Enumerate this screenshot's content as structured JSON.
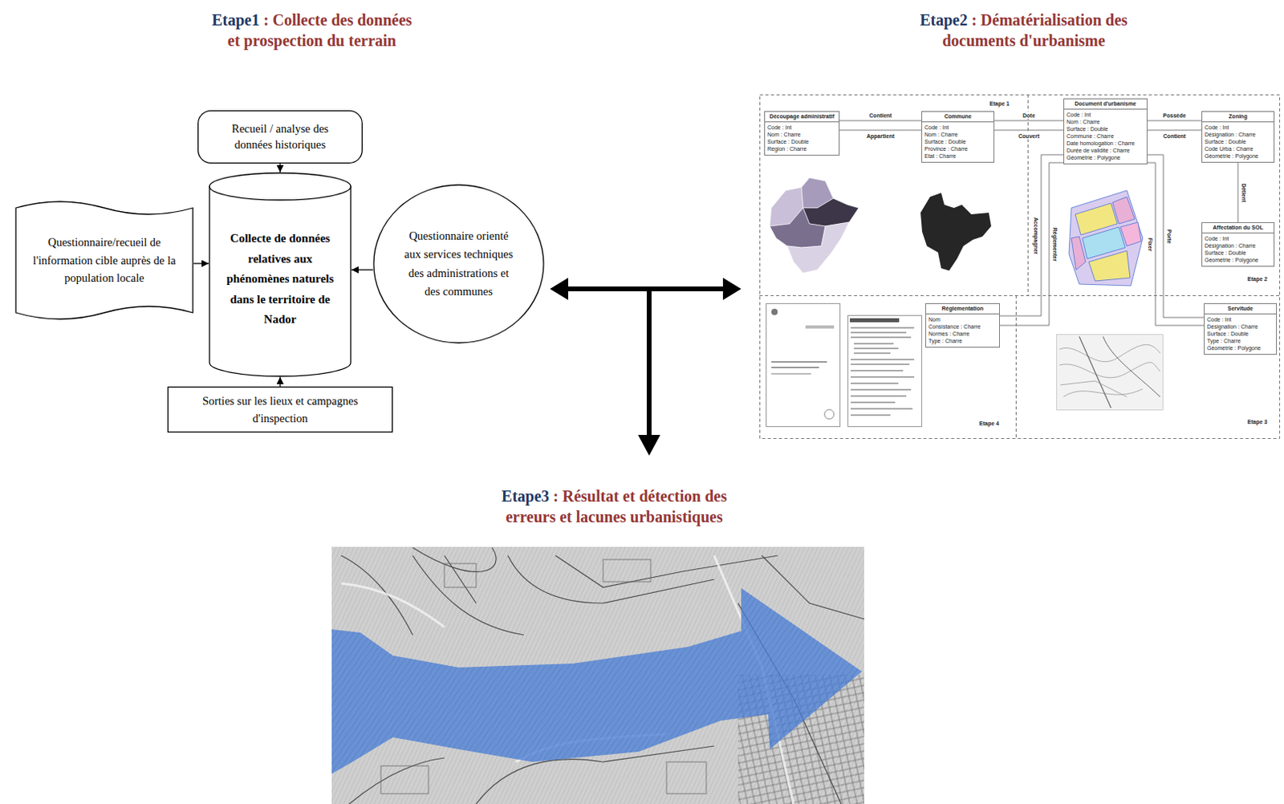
{
  "diagram": {
    "nodes": [
      {
        "text": [
          "Recueil / analyse des données historiques"
        ]
      },
      {
        "text": [
          "Collecte de données relatives aux phénomènes naturels dans le territoire de Nador"
        ]
      },
      {
        "text": [
          "Questionnaire/recueil de l'information cible auprès de la population locale"
        ]
      },
      {
        "text": [
          "Questionnaire orienté aux services techniques des administrations et des communes"
        ]
      },
      {
        "text": [
          "Sorties sur les lieux et campagnes d'inspection"
        ]
      },
      {
        "text": [
          "Découpage administratif",
          "Code : Int",
          "Nom : Charre",
          "Surface : Double",
          "Région : Charre"
        ]
      },
      {
        "text": [
          "Commune",
          "Code : Int",
          "Nom : Charre",
          "Surface : Double",
          "Province : Charre",
          "Etat : Charre"
        ]
      },
      {
        "text": [
          "Document d'urbanisme",
          "Code : Int",
          "Nom : Charre",
          "Surface : Double",
          "Commune : Charre",
          "Date homologation : Charre",
          "Durée de validité : Charre",
          "Géométrie : Polygone"
        ]
      },
      {
        "text": [
          "Zoning",
          "Code : Int",
          "Désignation : Charre",
          "Surface : Double",
          "Code Urba : Charre",
          "Géométrie : Polygone"
        ]
      },
      {
        "text": [
          "Affectation du SOL",
          "Code : Int",
          "Désignation : Charre",
          "Surface : Double",
          "Géométrie : Polygone"
        ]
      },
      {
        "text": [
          "Réglementation",
          "Nom",
          "Consistance : Charre",
          "Normes : Charre",
          "Type : Charre"
        ]
      },
      {
        "text": [
          "Servitude",
          "Code : Int",
          "Désignation : Charre",
          "Surface : Double",
          "Type : Charre",
          "Géométrie : Polygone"
        ]
      }
    ],
    "edges": [
      {
        "from": 0,
        "to": 1,
        "arrow": "to"
      },
      {
        "from": 2,
        "to": 1,
        "arrow": "to"
      },
      {
        "from": 3,
        "to": 1,
        "arrow": "to"
      },
      {
        "from": 4,
        "to": 1,
        "arrow": "to"
      },
      {
        "from": 5,
        "to": 6,
        "label": "Contient",
        "arrow": "none"
      },
      {
        "from": 6,
        "to": 5,
        "label": "Appartient",
        "arrow": "none"
      },
      {
        "from": 6,
        "to": 7,
        "label": "Dote",
        "arrow": "none"
      },
      {
        "from": 7,
        "to": 6,
        "label": "Couvert",
        "arrow": "none"
      },
      {
        "from": 7,
        "to": 8,
        "label": "Possède",
        "arrow": "none"
      },
      {
        "from": 8,
        "to": 7,
        "label": "Contient",
        "arrow": "none"
      },
      {
        "from": 8,
        "to": 9,
        "label": "Détient",
        "arrow": "none"
      },
      {
        "from": 10,
        "to": 7,
        "label": "Accompagner",
        "arrow": "none"
      },
      {
        "from": 7,
        "to": 10,
        "label": "Réglementer",
        "arrow": "none"
      },
      {
        "from": 7,
        "to": 11,
        "label": "Fixer",
        "arrow": "none"
      },
      {
        "from": 11,
        "to": 7,
        "label": "Porte",
        "arrow": "none"
      }
    ],
    "labels": [
      "Etape1",
      ": Collecte des données et prospection du terrain",
      "Etape2",
      ": Dématérialisation des documents d'urbanisme",
      "Etape3",
      ": Résultat et détection des erreurs et lacunes urbanistiques",
      "Etape 1",
      "Etape 2",
      "Etape 3",
      "Etape 4"
    ]
  }
}
